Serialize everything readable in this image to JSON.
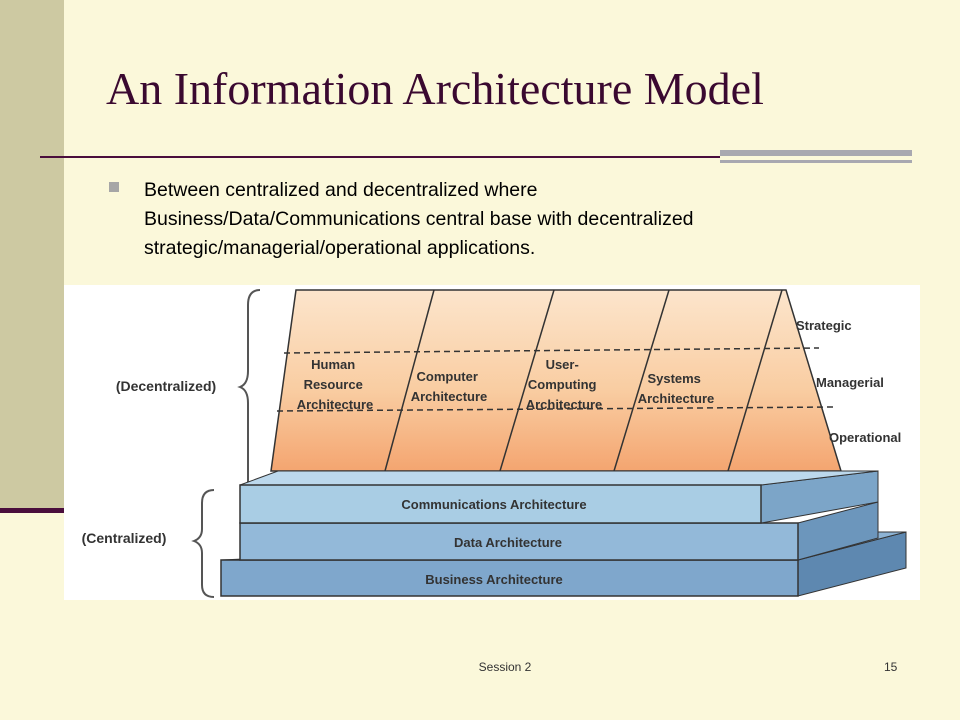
{
  "slide": {
    "title": "An Information Architecture Model",
    "bullet_lines": [
      "Between centralized and decentralized where",
      "Business/Data/Communications  central base with decentralized",
      "strategic/managerial/operational  applications."
    ],
    "footer_left": "Session 2",
    "footer_right": "15"
  },
  "diagram": {
    "group_labels": {
      "decentralized": "(Decentralized)",
      "centralized": "(Centralized)"
    },
    "columns": [
      {
        "lines": [
          "Human",
          "Resource",
          "Architecture"
        ]
      },
      {
        "lines": [
          "Computer",
          "Architecture"
        ]
      },
      {
        "lines": [
          "User-",
          "Computing",
          "Architecture"
        ]
      },
      {
        "lines": [
          "Systems",
          "Architecture"
        ]
      }
    ],
    "levels": [
      "Strategic",
      "Managerial",
      "Operational"
    ],
    "base_layers": [
      "Communications Architecture",
      "Data Architecture",
      "Business Architecture"
    ]
  },
  "colors": {
    "background": "#FBF8DA",
    "side_band": "#CDC9A2",
    "title": "#3A0930",
    "strategic_fill": "#FCE3C6",
    "managerial_fill": "#F9D1A8",
    "operational_fill": "#F5AE7C",
    "layer_blue": "#A9CDE4"
  }
}
